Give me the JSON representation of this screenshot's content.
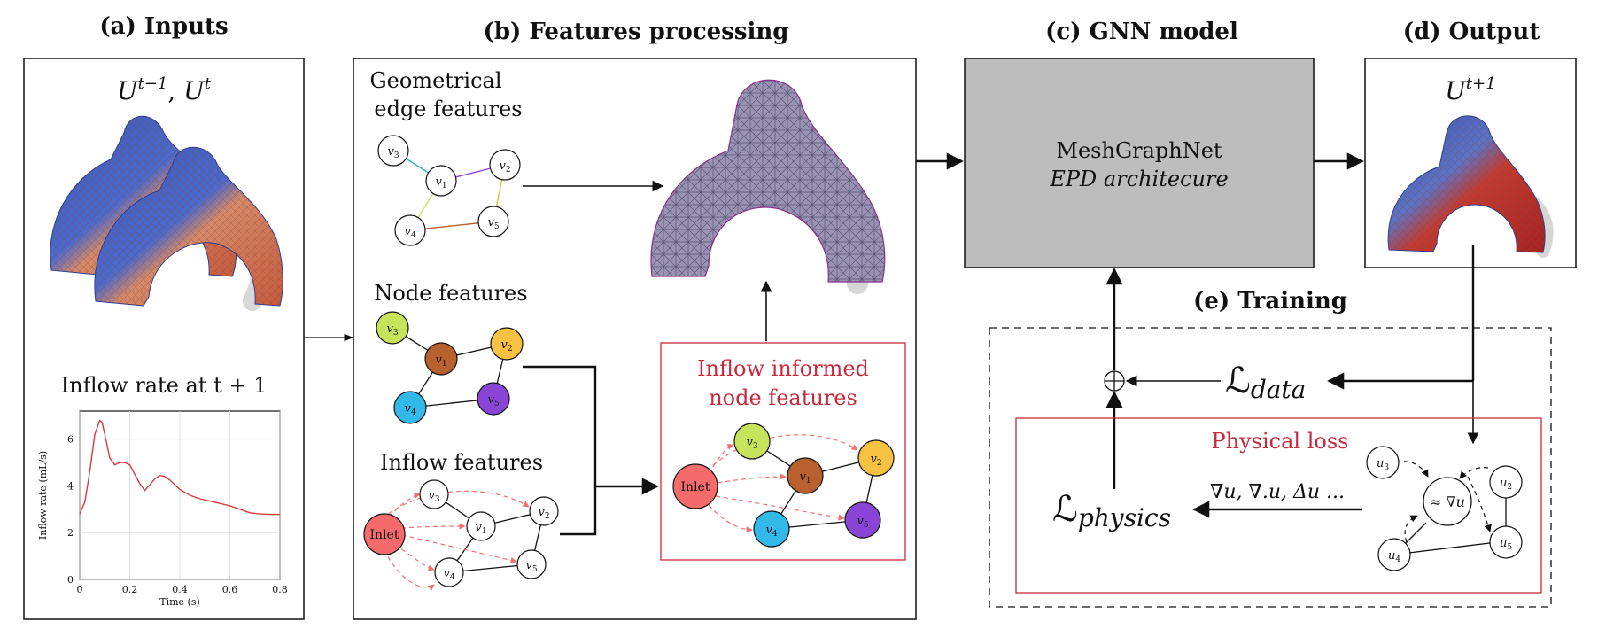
{
  "panels": {
    "a": {
      "title": "(a) Inputs",
      "state_label": "U",
      "state_sup1": "t−1",
      "state_sep": ", ",
      "state_sup2": "t",
      "inflow_title": "Inflow rate at t + 1"
    },
    "b": {
      "title": "(b) Features processing",
      "geom_label_1": "Geometrical",
      "geom_label_2": "edge features",
      "node_label": "Node features",
      "inflow_label": "Inflow features",
      "informed_1": "Inflow informed",
      "informed_2": "node features"
    },
    "c": {
      "title": "(c) GNN model",
      "model_name": "MeshGraphNet",
      "model_sub": "EPD architecure"
    },
    "d": {
      "title": "(d) Output",
      "state_label": "U",
      "state_sup": "t+1"
    },
    "e": {
      "title": "(e) Training",
      "loss_data": "data",
      "loss_physics": "physics",
      "physical_loss": "Physical loss",
      "operators": "∇u, ∇.u, Δu ...",
      "approx": "≈ ∇u",
      "sum_symbol": "⊕",
      "loss_L": "ℒ"
    }
  },
  "graph_nodes": {
    "v1": "v1",
    "v2": "v2",
    "v3": "v3",
    "v4": "v4",
    "v5": "v5",
    "inlet": "Inlet",
    "u2": "u2",
    "u3": "u3",
    "u4": "u4",
    "u5": "u5"
  },
  "node_colors": {
    "v1": "#b8612f",
    "v2": "#f7c242",
    "v3": "#c7e35c",
    "v4": "#33b8ea",
    "v5": "#8a45d6",
    "inlet": "#f56a6a"
  },
  "edge_colors": {
    "v3_v1": "#2ab0d9",
    "v1_v2": "#8a45d6",
    "v2_v5": "#c9c93a",
    "v1_v4": "#c7e35c",
    "v4_v5": "#b8612f"
  },
  "chart_data": {
    "type": "line",
    "xlabel": "Time (s)",
    "ylabel": "Inflow rate (mL/s)",
    "xlim": [
      0,
      0.8
    ],
    "ylim": [
      0,
      7.2
    ],
    "xticks": [
      0,
      0.2,
      0.4,
      0.6,
      0.8
    ],
    "xtick_labels": [
      "0",
      "0.2",
      "0.4",
      "0.6",
      "0.8"
    ],
    "yticks": [
      0,
      2,
      4,
      6
    ],
    "ytick_labels": [
      "0",
      "2",
      "4",
      "6"
    ],
    "grid": true,
    "color": "#d83a3a",
    "x": [
      0,
      0.02,
      0.04,
      0.06,
      0.08,
      0.09,
      0.1,
      0.12,
      0.14,
      0.16,
      0.18,
      0.2,
      0.22,
      0.24,
      0.26,
      0.28,
      0.3,
      0.32,
      0.34,
      0.36,
      0.38,
      0.4,
      0.44,
      0.48,
      0.52,
      0.56,
      0.6,
      0.64,
      0.68,
      0.72,
      0.76,
      0.8
    ],
    "y": [
      2.8,
      3.3,
      4.6,
      6.2,
      6.8,
      6.7,
      6.2,
      5.2,
      4.9,
      5.0,
      5.0,
      4.9,
      4.5,
      4.1,
      3.8,
      4.05,
      4.3,
      4.45,
      4.4,
      4.25,
      4.05,
      3.85,
      3.6,
      3.45,
      3.35,
      3.25,
      3.15,
      3.0,
      2.85,
      2.8,
      2.78,
      2.78
    ]
  }
}
